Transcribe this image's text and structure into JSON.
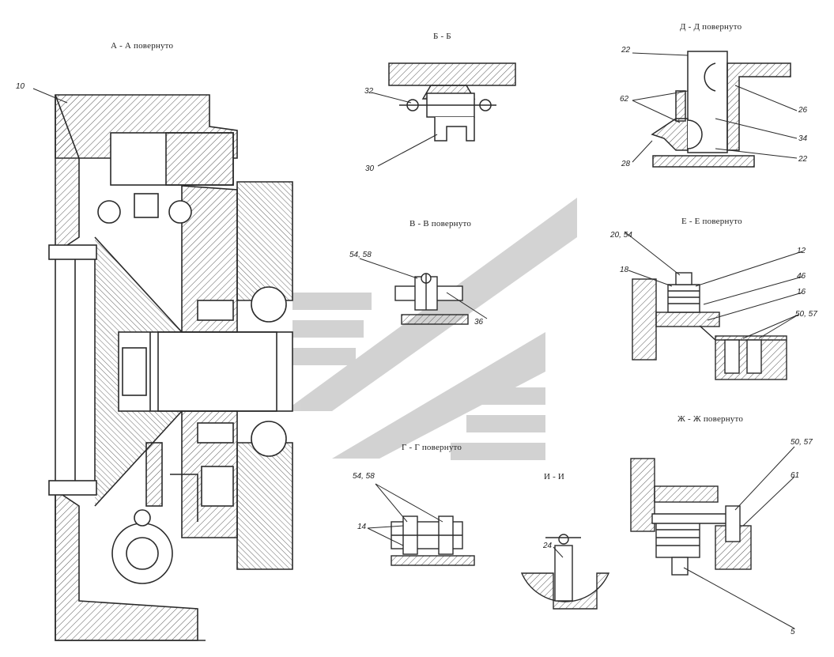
{
  "sections": {
    "aa": "А - А повернуто",
    "bb": "Б - Б",
    "dd": "Д - Д повернуто",
    "vv": "В - В повернуто",
    "ee": "Е - Е повернуто",
    "gg": "Г - Г повернуто",
    "ii": "И - И",
    "zhzh": "Ж - Ж повернуто"
  },
  "callouts": {
    "c10": "10",
    "c32": "32",
    "c30": "30",
    "c22a": "22",
    "c62": "62",
    "c26": "26",
    "c34": "34",
    "c28": "28",
    "c22b": "22",
    "c5458a": "54, 58",
    "c36": "36",
    "c2054": "20, 54",
    "c12": "12",
    "c18": "18",
    "c46": "46",
    "c16": "16",
    "c5057a": "50, 57",
    "c5458b": "54, 58",
    "c14": "14",
    "c24": "24",
    "c5057b": "50, 57",
    "c61": "61",
    "c5": "5"
  },
  "colors": {
    "line": "#2a2a2a",
    "hatch": "#555555",
    "watermark": "#b8b8b8"
  }
}
